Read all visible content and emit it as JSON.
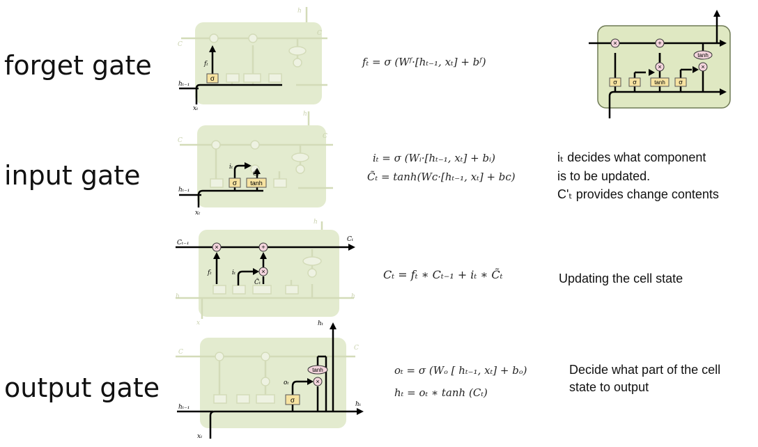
{
  "gates": {
    "forget": {
      "label": "forget gate",
      "equation": "fₜ = σ (Wᶠ·[hₜ₋₁, xₜ]  +  bᶠ)"
    },
    "input": {
      "label": "input gate",
      "equation1": "iₜ = σ (Wᵢ·[hₜ₋₁, xₜ]  +  bᵢ)",
      "equation2": "C̃ₜ = tanh(Wᴄ·[hₜ₋₁, xₜ]  +  bᴄ)",
      "desc_line1": "iₜ decides what component",
      "desc_line2": "is to be updated.",
      "desc_line3": "C'ₜ provides change contents"
    },
    "update": {
      "equation": "Cₜ = fₜ ∗ Cₜ₋₁ + iₜ ∗ C̃ₜ",
      "desc": "Updating the cell state"
    },
    "output": {
      "label": "output gate",
      "equation1": "oₜ = σ (Wₒ [ hₜ₋₁, xₜ]  +  bₒ)",
      "equation2": "hₜ = oₜ ∗ tanh (Cₜ)",
      "desc_line1": "Decide what part of the cell",
      "desc_line2": "state to output"
    }
  },
  "diagram_text": {
    "sigma": "σ",
    "tanh": "tanh",
    "times": "×",
    "plus": "+",
    "c_prev": "Cₜ₋₁",
    "c_t": "Cₜ",
    "h_prev": "hₜ₋₁",
    "h_t": "hₜ",
    "x_t": "xₜ",
    "f_t": "fₜ",
    "i_t": "iₜ",
    "o_t": "oₜ",
    "c_tilde": "C̃ₜ"
  },
  "colors": {
    "cell_faded": "#e3ebcf",
    "cell_full": "#dfe8c2",
    "cell_border": "#6f7a55",
    "gate_box": "#f7e3a1",
    "op_circle": "#f3d4dc",
    "faded_line": "#d3dbb8",
    "line": "#000000"
  }
}
